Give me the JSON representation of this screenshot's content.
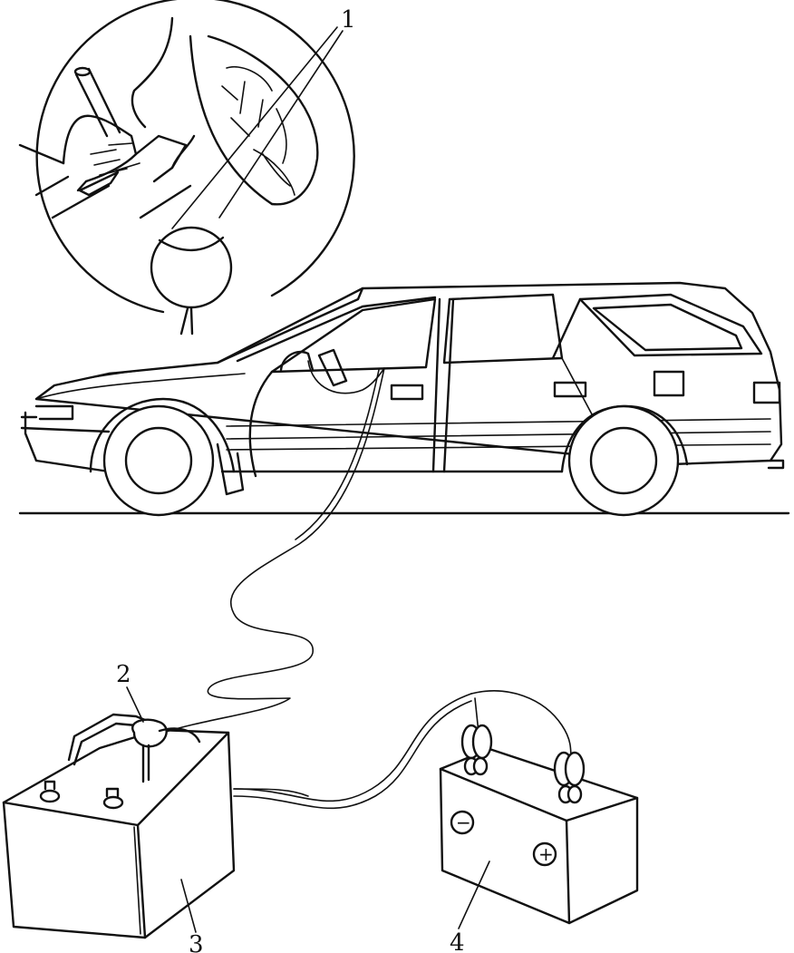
{
  "labels": {
    "l1": "1",
    "l2": "2",
    "l3": "3",
    "l4": "4"
  },
  "battery_symbols": {
    "negative": "−",
    "positive": "+"
  },
  "icons": {
    "detail_inset": "magnified-leak-detail-icon",
    "car": "station-wagon-icon",
    "leak_detector": "ultrasonic-leak-detector-icon",
    "probe_unit": "detector-box-icon",
    "power_battery": "car-battery-icon"
  }
}
